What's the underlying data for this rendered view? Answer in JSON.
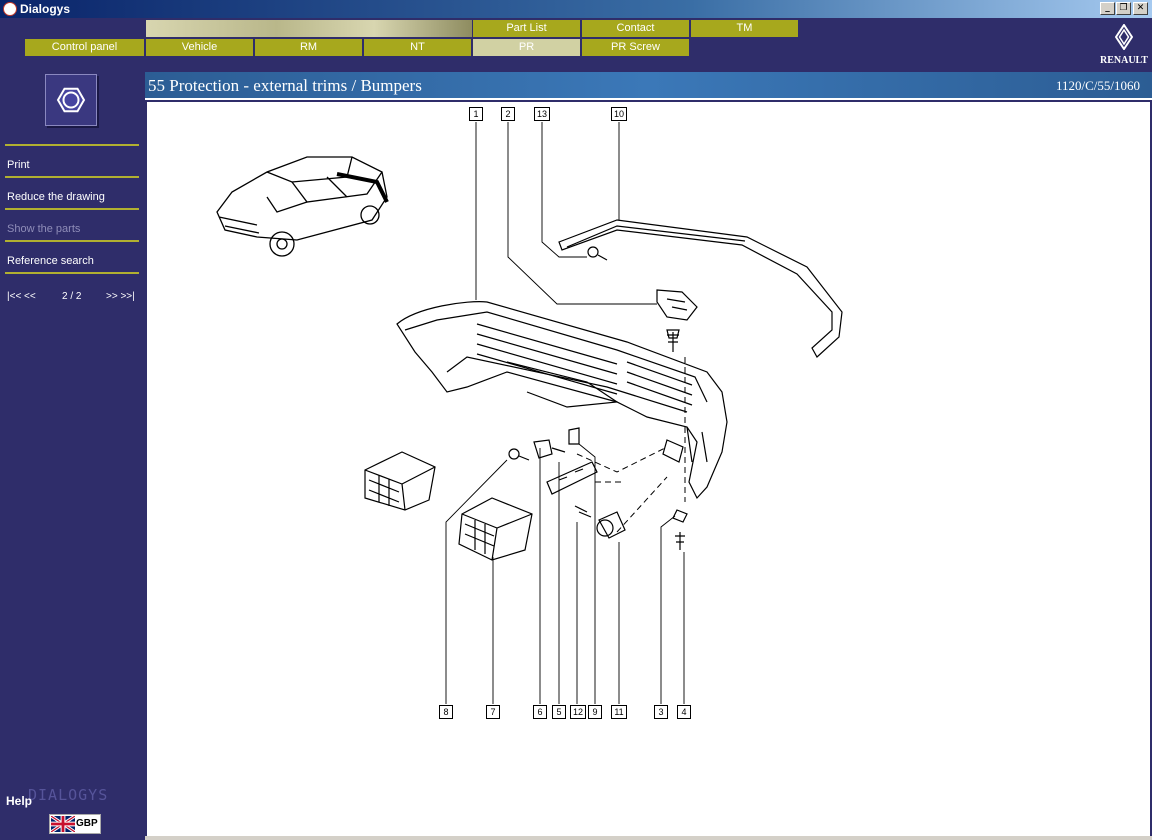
{
  "window": {
    "title": "Dialogys"
  },
  "nav": {
    "top_tabs": [
      {
        "label": "Part List"
      },
      {
        "label": "Contact"
      },
      {
        "label": "TM"
      }
    ],
    "main_tabs": [
      {
        "label": "Control panel"
      },
      {
        "label": "Vehicle"
      },
      {
        "label": "RM"
      },
      {
        "label": "NT"
      },
      {
        "label": "PR",
        "active": true
      },
      {
        "label": "PR Screw"
      }
    ]
  },
  "brand": {
    "logo_text": "RENAULT"
  },
  "sidebar": {
    "actions": [
      {
        "label": "Print",
        "enabled": true
      },
      {
        "label": "Reduce the drawing",
        "enabled": true
      },
      {
        "label": "Show the parts",
        "enabled": false
      },
      {
        "label": "Reference search",
        "enabled": true
      }
    ],
    "pager": {
      "first_prev": "|<< <<",
      "page": "2 / 2",
      "next_last": ">> >>|"
    },
    "help_label": "Help",
    "watermark": "DIALOGYS",
    "language": "GBP"
  },
  "header": {
    "title": "55 Protection - external trims / Bumpers",
    "reference": "1120/C/55/1060"
  },
  "drawing": {
    "callouts_top": [
      "1",
      "2",
      "13",
      "10"
    ],
    "callouts_bottom": [
      "8",
      "7",
      "6",
      "5",
      "12",
      "9",
      "11",
      "3",
      "4"
    ]
  },
  "colors": {
    "background": "#2f2d6a",
    "tab": "#a7a81d",
    "tab_active": "#d1d1a3",
    "header": "#3b78b8"
  }
}
